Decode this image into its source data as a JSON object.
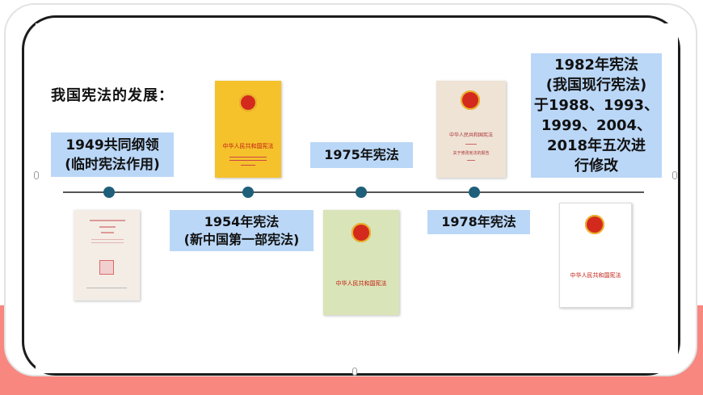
{
  "slide": {
    "title": "我国宪法的发展：",
    "labels": {
      "l1949": [
        "1949共同纲领",
        "(临时宪法作用)"
      ],
      "l1954": [
        "1954年宪法",
        "(新中国第一部宪法)"
      ],
      "l1975": "1975年宪法",
      "l1978": "1978年宪法",
      "l1982": [
        "1982年宪法",
        "(我国现行宪法)",
        "于1988、1993、",
        "1999、2004、",
        "2018年五次进",
        "行修改"
      ]
    },
    "books": {
      "b1954_title": "中华人民共和国宪法",
      "b1975_title": "中华人民共和国宪法",
      "b1978_title": "中华人民共和国宪法",
      "b1978_sub": "关于修改宪法的报告",
      "b1982_title": "中华人民共和国宪法"
    }
  },
  "colors": {
    "label_bg": "#bad7f7",
    "accent_band": "#f7877f",
    "timeline_dot": "#1f5f7a"
  }
}
